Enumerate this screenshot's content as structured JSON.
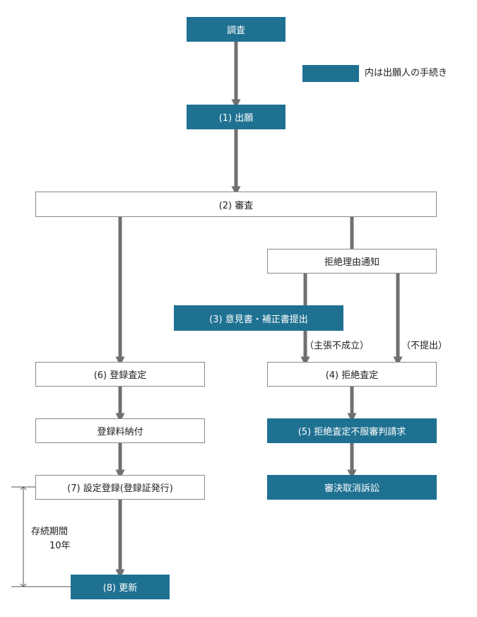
{
  "colors": {
    "applicant_box": "#1f7192",
    "arrow": "#707070",
    "bracket": "#555555",
    "office_border": "#8a8a8a"
  },
  "legend": {
    "text": "内は出願人の手続き"
  },
  "nodes": {
    "investigation": "調査",
    "application": "(1) 出願",
    "examination": "(2) 審査",
    "rejection_notice": "拒絶理由通知",
    "response": "(3) 意見書・補正書提出",
    "registration_decision": "(6) 登録査定",
    "rejection_decision": "(4) 拒絶査定",
    "registration_fee": "登録料納付",
    "appeal": "(5) 拒絶査定不服審判請求",
    "registration": "(7) 設定登録(登録証発行)",
    "lawsuit": "審決取消訴訟",
    "renewal": "(8) 更新"
  },
  "edge_labels": {
    "claim_failed": "（主張不成立）",
    "not_submitted": "（不提出）"
  },
  "duration": {
    "line1": "存続期間",
    "line2": "10年"
  }
}
